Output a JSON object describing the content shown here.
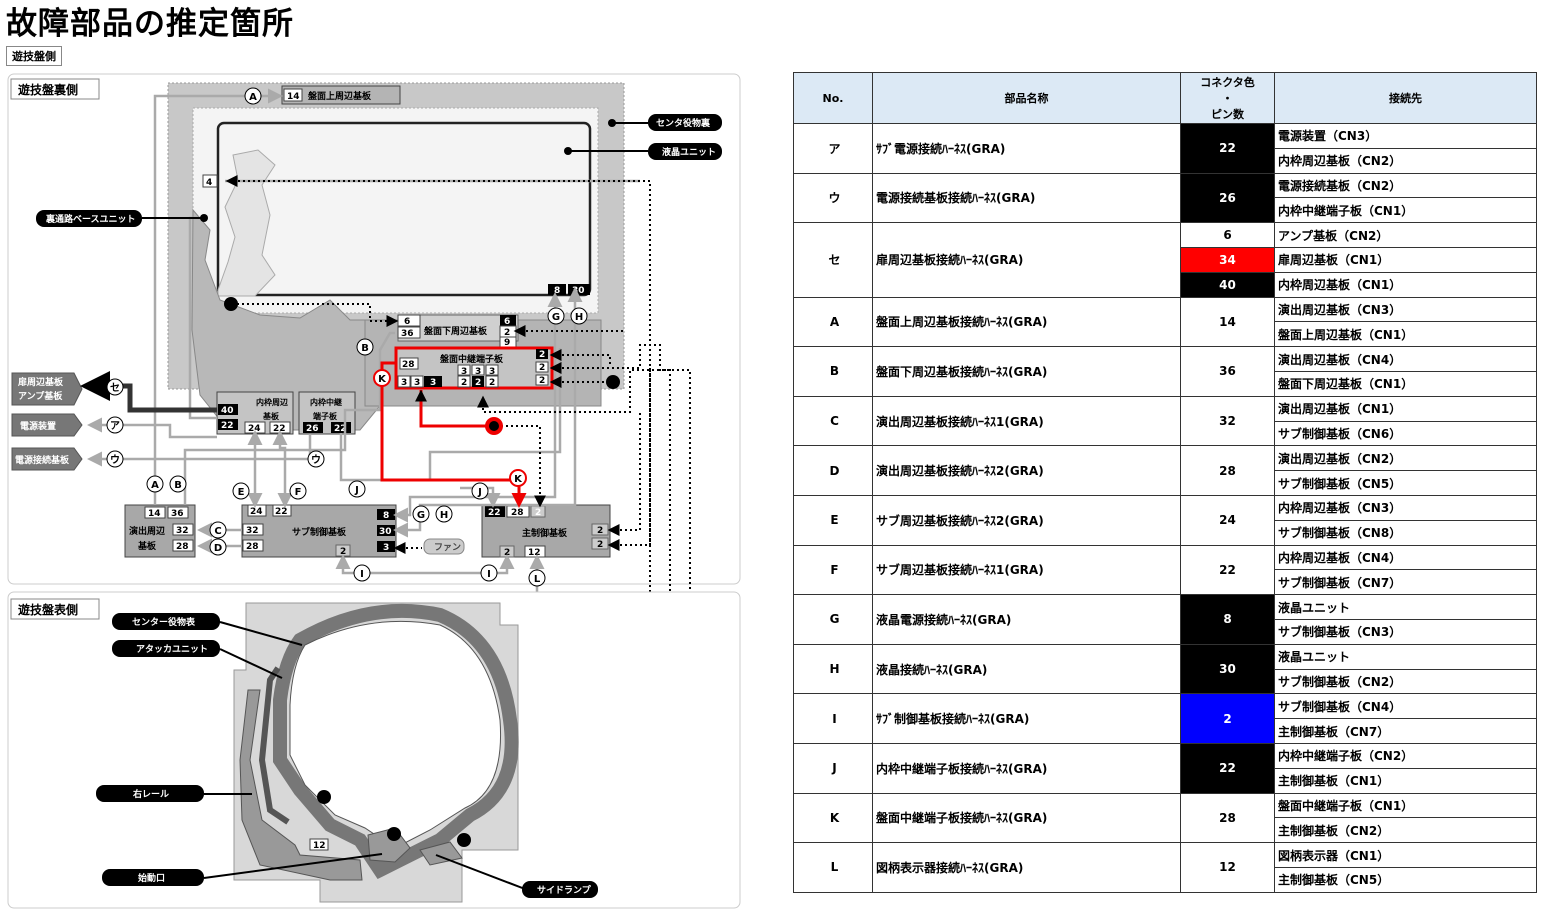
{
  "page": {
    "title": "故障部品の推定箇所",
    "side_tag": "遊技盤側"
  },
  "diagram": {
    "back_label": "遊技盤裏側",
    "front_label": "遊技盤表側",
    "back_callouts": {
      "center_back": "センタ役物裏",
      "lcd_unit": "液晶ユニット",
      "ura_base": "裏通路ベースユニット"
    },
    "front_callouts": {
      "center_front": "センター役物表",
      "attacker": "アタッカユニット",
      "right_rail": "右レール",
      "start_port": "始動口",
      "side_lamp": "サイドランプ"
    },
    "left_boxes": {
      "door_amp_1": "扉周辺基板",
      "door_amp_2": "アンプ基板",
      "power": "電源装置",
      "power_conn": "電源接続基板"
    },
    "boards": {
      "upper": "盤面上周辺基板",
      "lower": "盤面下周辺基板",
      "relay": "盤面中継端子板",
      "inner_frame_1": "内枠周辺",
      "inner_frame_2": "基板",
      "inner_relay_1": "内枠中継",
      "inner_relay_2": "端子板",
      "effect_1": "演出周辺",
      "effect_2": "基板",
      "sub": "サブ制御基板",
      "main": "主制御基板",
      "fan": "ファン"
    },
    "letters": {
      "A": "A",
      "B": "B",
      "C": "C",
      "D": "D",
      "E": "E",
      "F": "F",
      "G": "G",
      "H": "H",
      "I": "I",
      "J": "J",
      "K": "K",
      "L": "L",
      "a": "ア",
      "u": "ウ",
      "se": "セ"
    },
    "pins": {
      "p14": "14",
      "p36": "36",
      "p32": "32",
      "p28": "28",
      "p24": "24",
      "p22": "22",
      "p26": "26",
      "p40": "40",
      "p8": "8",
      "p30": "30",
      "p6": "6",
      "p2": "2",
      "p9": "9",
      "p3": "3",
      "p4": "4",
      "p12": "12"
    }
  },
  "table": {
    "headers": {
      "no": "No.",
      "name": "部品名称",
      "pin_1": "コネクタ色",
      "pin_2": "・",
      "pin_3": "ピン数",
      "dest": "接続先"
    },
    "rows": [
      {
        "no": "ア",
        "name": "ｻﾌﾞ電源接続ﾊｰﾈｽ(GRA)",
        "pins": [
          {
            "v": "22",
            "c": "black"
          }
        ],
        "dest": [
          "電源装置（CN3）",
          "内枠周辺基板（CN2）"
        ]
      },
      {
        "no": "ウ",
        "name": "電源接続基板接続ﾊｰﾈｽ(GRA)",
        "pins": [
          {
            "v": "26",
            "c": "black"
          }
        ],
        "dest": [
          "電源接続基板（CN2）",
          "内枠中継端子板（CN1）"
        ]
      },
      {
        "no": "セ",
        "name": "扉周辺基板接続ﾊｰﾈｽ(GRA)",
        "pins": [
          {
            "v": "6",
            "c": "white"
          },
          {
            "v": "34",
            "c": "red"
          },
          {
            "v": "40",
            "c": "black"
          }
        ],
        "dest": [
          "アンプ基板（CN2）",
          "扉周辺基板（CN1）",
          "内枠周辺基板（CN1）"
        ]
      },
      {
        "no": "A",
        "name": "盤面上周辺基板接続ﾊｰﾈｽ(GRA)",
        "pins": [
          {
            "v": "14",
            "c": "white"
          }
        ],
        "dest": [
          "演出周辺基板（CN3）",
          "盤面上周辺基板（CN1）"
        ]
      },
      {
        "no": "B",
        "name": "盤面下周辺基板接続ﾊｰﾈｽ(GRA)",
        "pins": [
          {
            "v": "36",
            "c": "white"
          }
        ],
        "dest": [
          "演出周辺基板（CN4）",
          "盤面下周辺基板（CN1）"
        ]
      },
      {
        "no": "C",
        "name": "演出周辺基板接続ﾊｰﾈｽ1(GRA)",
        "pins": [
          {
            "v": "32",
            "c": "white"
          }
        ],
        "dest": [
          "演出周辺基板（CN1）",
          "サブ制御基板（CN6）"
        ]
      },
      {
        "no": "D",
        "name": "演出周辺基板接続ﾊｰﾈｽ2(GRA)",
        "pins": [
          {
            "v": "28",
            "c": "white"
          }
        ],
        "dest": [
          "演出周辺基板（CN2）",
          "サブ制御基板（CN5）"
        ]
      },
      {
        "no": "E",
        "name": "サブ周辺基板接続ﾊｰﾈｽ2(GRA)",
        "pins": [
          {
            "v": "24",
            "c": "white"
          }
        ],
        "dest": [
          "内枠周辺基板（CN3）",
          "サブ制御基板（CN8）"
        ]
      },
      {
        "no": "F",
        "name": "サブ周辺基板接続ﾊｰﾈｽ1(GRA)",
        "pins": [
          {
            "v": "22",
            "c": "white"
          }
        ],
        "dest": [
          "内枠周辺基板（CN4）",
          "サブ制御基板（CN7）"
        ]
      },
      {
        "no": "G",
        "name": "液晶電源接続ﾊｰﾈｽ(GRA)",
        "pins": [
          {
            "v": "8",
            "c": "black"
          }
        ],
        "dest": [
          "液晶ユニット",
          "サブ制御基板（CN3）"
        ]
      },
      {
        "no": "H",
        "name": "液晶接続ﾊｰﾈｽ(GRA)",
        "pins": [
          {
            "v": "30",
            "c": "black"
          }
        ],
        "dest": [
          "液晶ユニット",
          "サブ制御基板（CN2）"
        ]
      },
      {
        "no": "I",
        "name": "ｻﾌﾞ制御基板接続ﾊｰﾈｽ(GRA)",
        "pins": [
          {
            "v": "2",
            "c": "blue"
          }
        ],
        "dest": [
          "サブ制御基板（CN4）",
          "主制御基板（CN7）"
        ]
      },
      {
        "no": "J",
        "name": "内枠中継端子板接続ﾊｰﾈｽ(GRA)",
        "pins": [
          {
            "v": "22",
            "c": "black"
          }
        ],
        "dest": [
          "内枠中継端子板（CN2）",
          "主制御基板（CN1）"
        ]
      },
      {
        "no": "K",
        "name": "盤面中継端子板接続ﾊｰﾈｽ(GRA)",
        "pins": [
          {
            "v": "28",
            "c": "white"
          }
        ],
        "dest": [
          "盤面中継端子板（CN1）",
          "主制御基板（CN2）"
        ]
      },
      {
        "no": "L",
        "name": "図柄表示器接続ﾊｰﾈｽ(GRA)",
        "pins": [
          {
            "v": "12",
            "c": "white"
          }
        ],
        "dest": [
          "図柄表示器（CN1）",
          "主制御基板（CN5）"
        ]
      }
    ]
  }
}
